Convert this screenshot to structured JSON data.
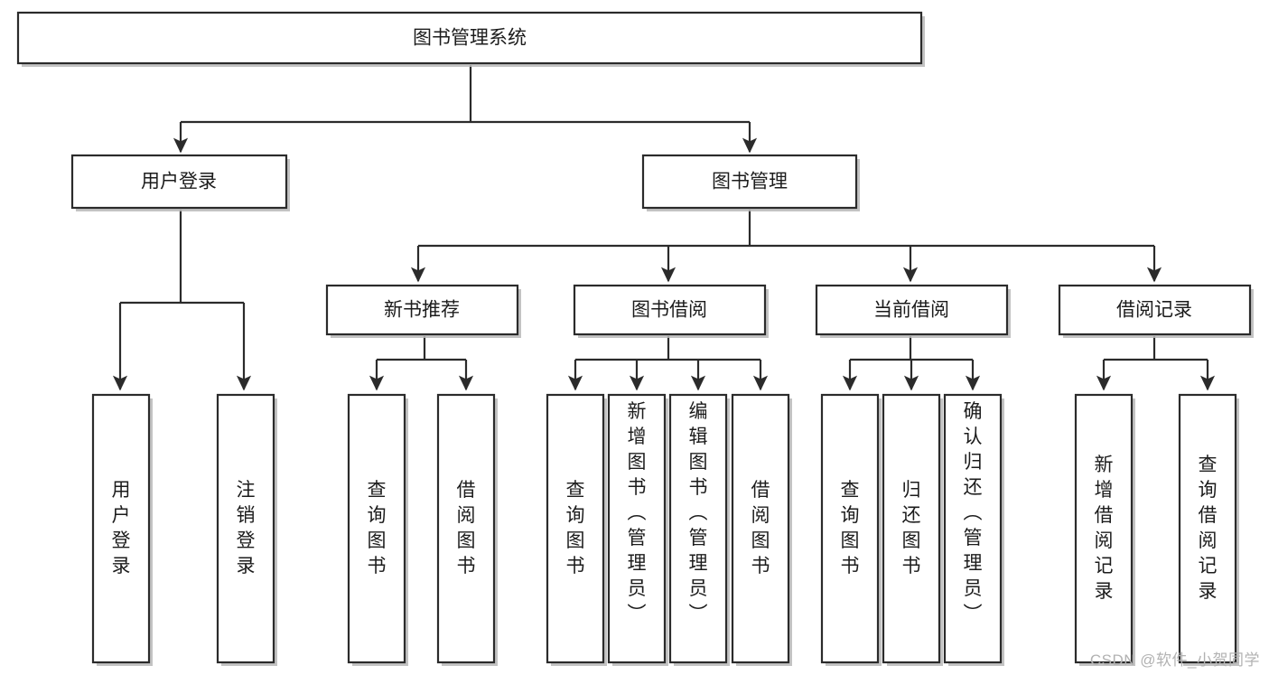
{
  "diagram": {
    "type": "tree-hierarchy",
    "title": "图书管理系统",
    "watermark": "CSDN @软件_小贺同学",
    "colors": {
      "background": "#ffffff",
      "stroke": "#2b2b2b",
      "text": "#1c1c1c",
      "shadow": "#b9b9b9",
      "watermark": "#b2b2b2"
    },
    "levels": {
      "root": "图书管理系统",
      "level2": [
        "用户登录",
        "图书管理"
      ],
      "level3": [
        "新书推荐",
        "图书借阅",
        "当前借阅",
        "借阅记录"
      ]
    },
    "nodes": {
      "root": {
        "label": "图书管理系统",
        "orientation": "horizontal"
      },
      "user_login": {
        "label": "用户登录",
        "orientation": "horizontal"
      },
      "book_manage": {
        "label": "图书管理",
        "orientation": "horizontal"
      },
      "new_book_rec": {
        "label": "新书推荐",
        "orientation": "horizontal"
      },
      "book_borrow": {
        "label": "图书借阅",
        "orientation": "horizontal"
      },
      "current_borrow": {
        "label": "当前借阅",
        "orientation": "horizontal"
      },
      "borrow_record": {
        "label": "借阅记录",
        "orientation": "horizontal"
      },
      "leaf_user_login": {
        "label": "用户登录",
        "orientation": "vertical"
      },
      "leaf_logout": {
        "label": "注销登录",
        "orientation": "vertical"
      },
      "leaf_query_book_a": {
        "label": "查询图书",
        "orientation": "vertical"
      },
      "leaf_borrow_book_a": {
        "label": "借阅图书",
        "orientation": "vertical"
      },
      "leaf_query_book_b": {
        "label": "查询图书",
        "orientation": "vertical"
      },
      "leaf_add_book": {
        "label": "新增图书（管理员）",
        "orientation": "vertical"
      },
      "leaf_edit_book": {
        "label": "编辑图书（管理员）",
        "orientation": "vertical"
      },
      "leaf_borrow_book_b": {
        "label": "借阅图书",
        "orientation": "vertical"
      },
      "leaf_query_book_c": {
        "label": "查询图书",
        "orientation": "vertical"
      },
      "leaf_return_book": {
        "label": "归还图书",
        "orientation": "vertical"
      },
      "leaf_confirm_return": {
        "label": "确认归还（管理员）",
        "orientation": "vertical"
      },
      "leaf_add_record": {
        "label": "新增借阅记录",
        "orientation": "vertical"
      },
      "leaf_query_record": {
        "label": "查询借阅记录",
        "orientation": "vertical"
      }
    },
    "edges": [
      {
        "from": "root",
        "to": "user_login"
      },
      {
        "from": "root",
        "to": "book_manage"
      },
      {
        "from": "user_login",
        "to": "leaf_user_login"
      },
      {
        "from": "user_login",
        "to": "leaf_logout"
      },
      {
        "from": "book_manage",
        "to": "new_book_rec"
      },
      {
        "from": "book_manage",
        "to": "book_borrow"
      },
      {
        "from": "book_manage",
        "to": "current_borrow"
      },
      {
        "from": "book_manage",
        "to": "borrow_record"
      },
      {
        "from": "new_book_rec",
        "to": "leaf_query_book_a"
      },
      {
        "from": "new_book_rec",
        "to": "leaf_borrow_book_a"
      },
      {
        "from": "book_borrow",
        "to": "leaf_query_book_b"
      },
      {
        "from": "book_borrow",
        "to": "leaf_add_book"
      },
      {
        "from": "book_borrow",
        "to": "leaf_edit_book"
      },
      {
        "from": "book_borrow",
        "to": "leaf_borrow_book_b"
      },
      {
        "from": "current_borrow",
        "to": "leaf_query_book_c"
      },
      {
        "from": "current_borrow",
        "to": "leaf_return_book"
      },
      {
        "from": "current_borrow",
        "to": "leaf_confirm_return"
      },
      {
        "from": "borrow_record",
        "to": "leaf_add_record"
      },
      {
        "from": "borrow_record",
        "to": "leaf_query_record"
      }
    ]
  }
}
